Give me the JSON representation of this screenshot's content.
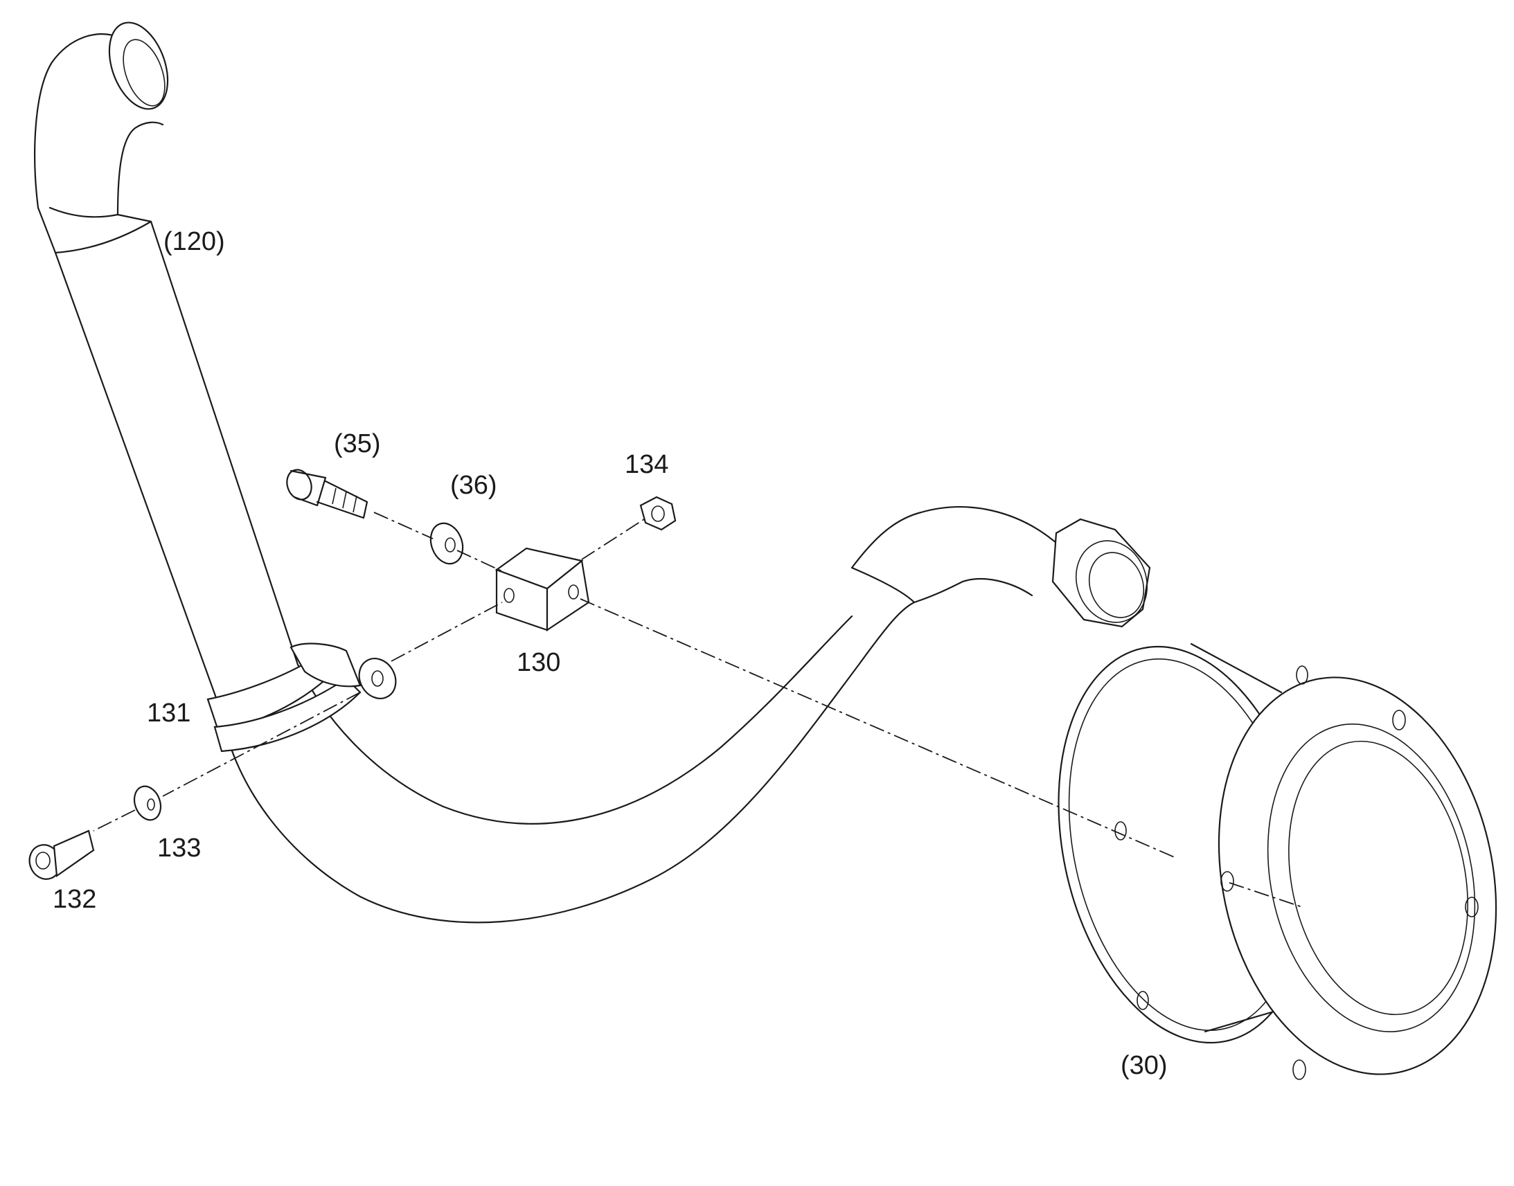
{
  "labels": {
    "pipe": "(120)",
    "bolt": "(35)",
    "washer_large": "(36)",
    "nut": "134",
    "bracket": "130",
    "clamp": "131",
    "washer_small": "133",
    "screw": "132",
    "flange": "(30)"
  }
}
